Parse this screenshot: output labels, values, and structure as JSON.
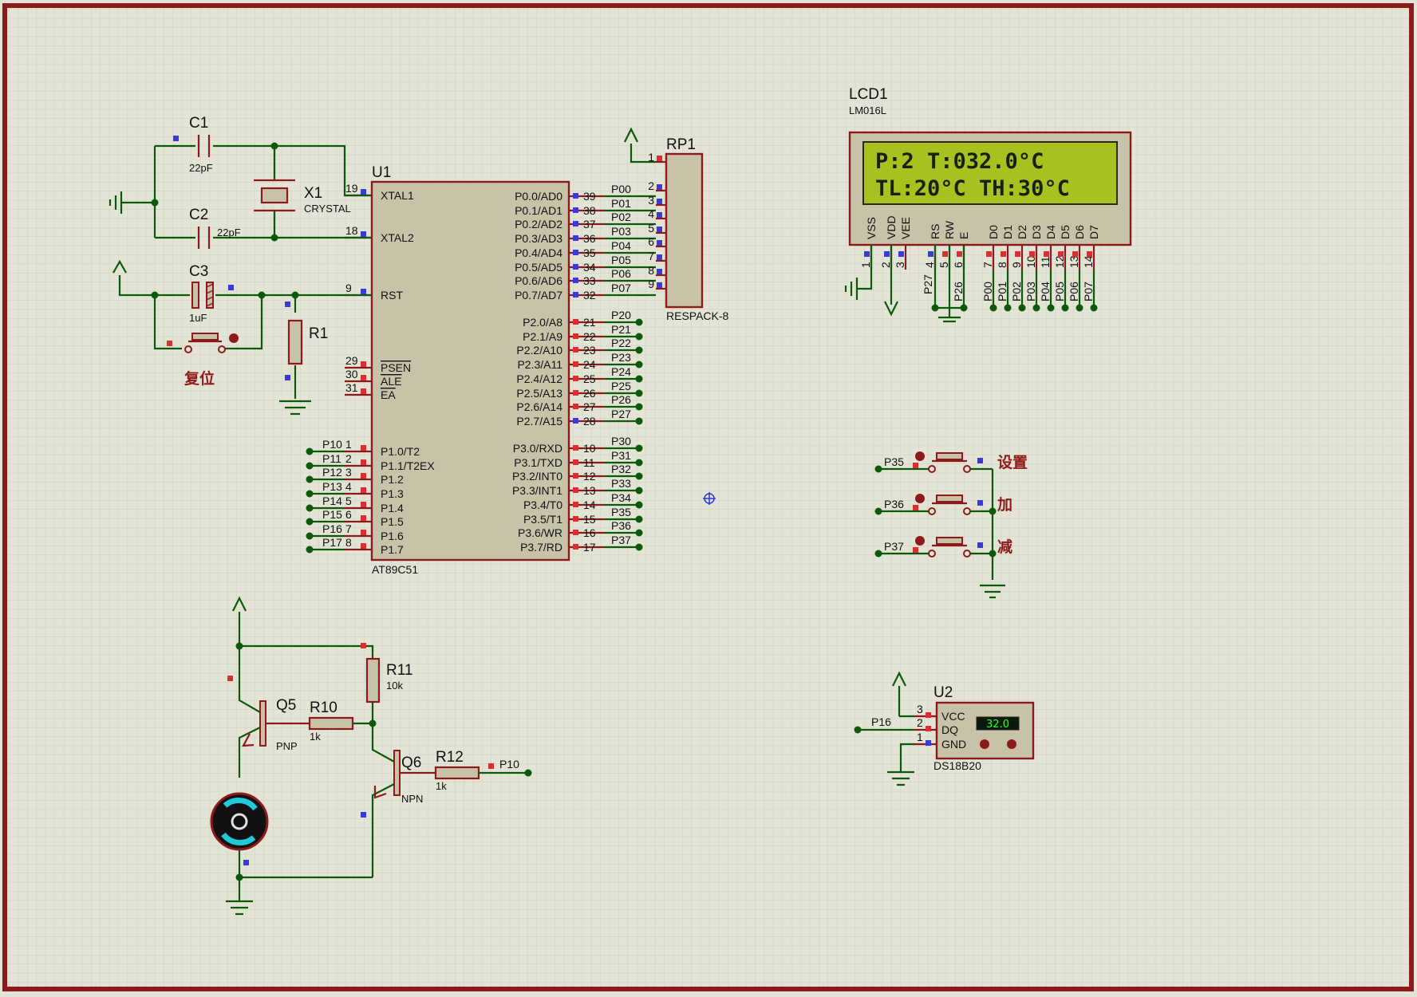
{
  "mcu": {
    "ref": "U1",
    "part": "AT89C51",
    "left_pins": [
      {
        "num": "19",
        "name": "XTAL1"
      },
      {
        "num": "18",
        "name": "XTAL2"
      },
      {
        "num": "9",
        "name": "RST"
      },
      {
        "num": "29",
        "name": "PSEN"
      },
      {
        "num": "30",
        "name": "ALE"
      },
      {
        "num": "31",
        "name": "EA"
      },
      {
        "num": "1",
        "name": "P1.0/T2",
        "net": "P10"
      },
      {
        "num": "2",
        "name": "P1.1/T2EX",
        "net": "P11"
      },
      {
        "num": "3",
        "name": "P1.2",
        "net": "P12"
      },
      {
        "num": "4",
        "name": "P1.3",
        "net": "P13"
      },
      {
        "num": "5",
        "name": "P1.4",
        "net": "P14"
      },
      {
        "num": "6",
        "name": "P1.5",
        "net": "P15"
      },
      {
        "num": "7",
        "name": "P1.6",
        "net": "P16"
      },
      {
        "num": "8",
        "name": "P1.7",
        "net": "P17"
      }
    ],
    "right_pins": [
      {
        "num": "39",
        "name": "P0.0/AD0",
        "net": "P00"
      },
      {
        "num": "38",
        "name": "P0.1/AD1",
        "net": "P01"
      },
      {
        "num": "37",
        "name": "P0.2/AD2",
        "net": "P02"
      },
      {
        "num": "36",
        "name": "P0.3/AD3",
        "net": "P03"
      },
      {
        "num": "35",
        "name": "P0.4/AD4",
        "net": "P04"
      },
      {
        "num": "34",
        "name": "P0.5/AD5",
        "net": "P05"
      },
      {
        "num": "33",
        "name": "P0.6/AD6",
        "net": "P06"
      },
      {
        "num": "32",
        "name": "P0.7/AD7",
        "net": "P07"
      },
      {
        "num": "21",
        "name": "P2.0/A8",
        "net": "P20"
      },
      {
        "num": "22",
        "name": "P2.1/A9",
        "net": "P21"
      },
      {
        "num": "23",
        "name": "P2.2/A10",
        "net": "P22"
      },
      {
        "num": "24",
        "name": "P2.3/A11",
        "net": "P23"
      },
      {
        "num": "25",
        "name": "P2.4/A12",
        "net": "P24"
      },
      {
        "num": "26",
        "name": "P2.5/A13",
        "net": "P25"
      },
      {
        "num": "27",
        "name": "P2.6/A14",
        "net": "P26"
      },
      {
        "num": "28",
        "name": "P2.7/A15",
        "net": "P27"
      },
      {
        "num": "10",
        "name": "P3.0/RXD",
        "net": "P30"
      },
      {
        "num": "11",
        "name": "P3.1/TXD",
        "net": "P31"
      },
      {
        "num": "12",
        "name": "P3.2/INT0",
        "net": "P32"
      },
      {
        "num": "13",
        "name": "P3.3/INT1",
        "net": "P33"
      },
      {
        "num": "14",
        "name": "P3.4/T0",
        "net": "P34"
      },
      {
        "num": "15",
        "name": "P3.5/T1",
        "net": "P35"
      },
      {
        "num": "16",
        "name": "P3.6/WR",
        "net": "P36"
      },
      {
        "num": "17",
        "name": "P3.7/RD",
        "net": "P37"
      }
    ]
  },
  "rp1": {
    "ref": "RP1",
    "part": "RESPACK-8",
    "pins": [
      "1",
      "2",
      "3",
      "4",
      "5",
      "6",
      "7",
      "8",
      "9"
    ]
  },
  "crystal": {
    "c1": {
      "ref": "C1",
      "value": "22pF"
    },
    "c2": {
      "ref": "C2",
      "value": "22pF"
    },
    "x1": {
      "ref": "X1",
      "value": "CRYSTAL"
    }
  },
  "reset": {
    "c3": {
      "ref": "C3",
      "value": "1uF"
    },
    "r1": {
      "ref": "R1"
    },
    "button_label": "复位"
  },
  "lcd": {
    "ref": "LCD1",
    "part": "LM016L",
    "line1": "P:2   T:032.0°C",
    "line2": "TL:20°C TH:30°C",
    "pin_names": [
      "VSS",
      "VDD",
      "VEE",
      "RS",
      "RW",
      "E",
      "D0",
      "D1",
      "D2",
      "D3",
      "D4",
      "D5",
      "D6",
      "D7"
    ],
    "pin_nums": [
      "1",
      "2",
      "3",
      "4",
      "5",
      "6",
      "7",
      "8",
      "9",
      "10",
      "11",
      "12",
      "13",
      "14"
    ],
    "nets": [
      "P27",
      "P26",
      "P00",
      "P01",
      "P02",
      "P03",
      "P04",
      "P05",
      "P06",
      "P07"
    ],
    "colors": {
      "screen": "#a7c11e",
      "frame": "#c8c3a8"
    }
  },
  "buttons": [
    {
      "net": "P35",
      "label": "设置"
    },
    {
      "net": "P36",
      "label": "加"
    },
    {
      "net": "P37",
      "label": "减"
    }
  ],
  "sensor": {
    "ref": "U2",
    "part": "DS18B20",
    "reading": "32.0",
    "net": "P16",
    "pins": [
      {
        "num": "3",
        "name": "VCC"
      },
      {
        "num": "2",
        "name": "DQ"
      },
      {
        "num": "1",
        "name": "GND"
      }
    ]
  },
  "motor": {
    "q5": {
      "ref": "Q5",
      "type": "PNP"
    },
    "q6": {
      "ref": "Q6",
      "type": "NPN"
    },
    "r10": {
      "ref": "R10",
      "value": "1k"
    },
    "r11": {
      "ref": "R11",
      "value": "10k"
    },
    "r12": {
      "ref": "R12",
      "value": "1k"
    },
    "net": "P10"
  },
  "colors": {
    "wire": "#0a5a0a",
    "body_outline": "#8c1a1a",
    "body_fill": "#c8c3a8",
    "background": "#e4e4d6",
    "grid": "#d2d2c4",
    "border": "#8c1a1a"
  }
}
